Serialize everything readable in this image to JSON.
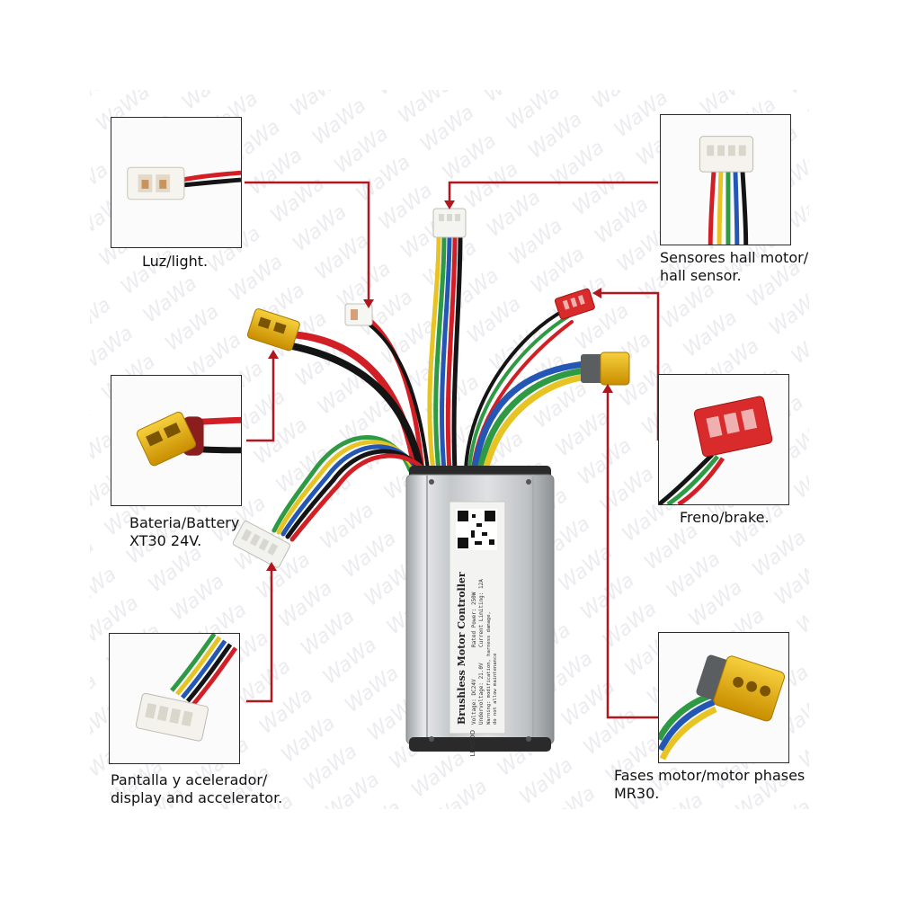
{
  "callouts": {
    "light": {
      "line1": "Luz/light.",
      "line2": ""
    },
    "hall": {
      "line1": "Sensores hall motor/",
      "line2": "hall sensor."
    },
    "battery": {
      "line1": "Bateria/Battery",
      "line2": "XT30 24V."
    },
    "brake": {
      "line1": "Freno/brake.",
      "line2": ""
    },
    "display": {
      "line1": "Pantalla y acelerador/",
      "line2": "display and accelerator."
    },
    "phases": {
      "line1": "Fases motor/motor phases",
      "line2": "MR30."
    }
  },
  "controller": {
    "title": "Brushless Motor Controller",
    "brand": "LENZOO",
    "spec_voltage": "Voltage: DC24V",
    "spec_power": "Rated Power: 250W",
    "spec_undervoltage": "Undervoltage: 21.0V",
    "spec_current": "Current Limiting: 12A",
    "warning": "Warning: modification, harness damage,",
    "warning2": "do not allow maintenance"
  },
  "watermark": {
    "text": "waWaWaWaWaWaWa"
  },
  "colors": {
    "leader_line": "#b0171f",
    "xt30_yellow": "#e9b100",
    "mr30_yellow": "#e6ad12",
    "wire_red": "#d21f26",
    "wire_black": "#141414",
    "wire_blue": "#2356b5",
    "wire_green": "#2e9a43",
    "wire_yellow": "#e7c323",
    "aluminum": "#c9ccce"
  }
}
